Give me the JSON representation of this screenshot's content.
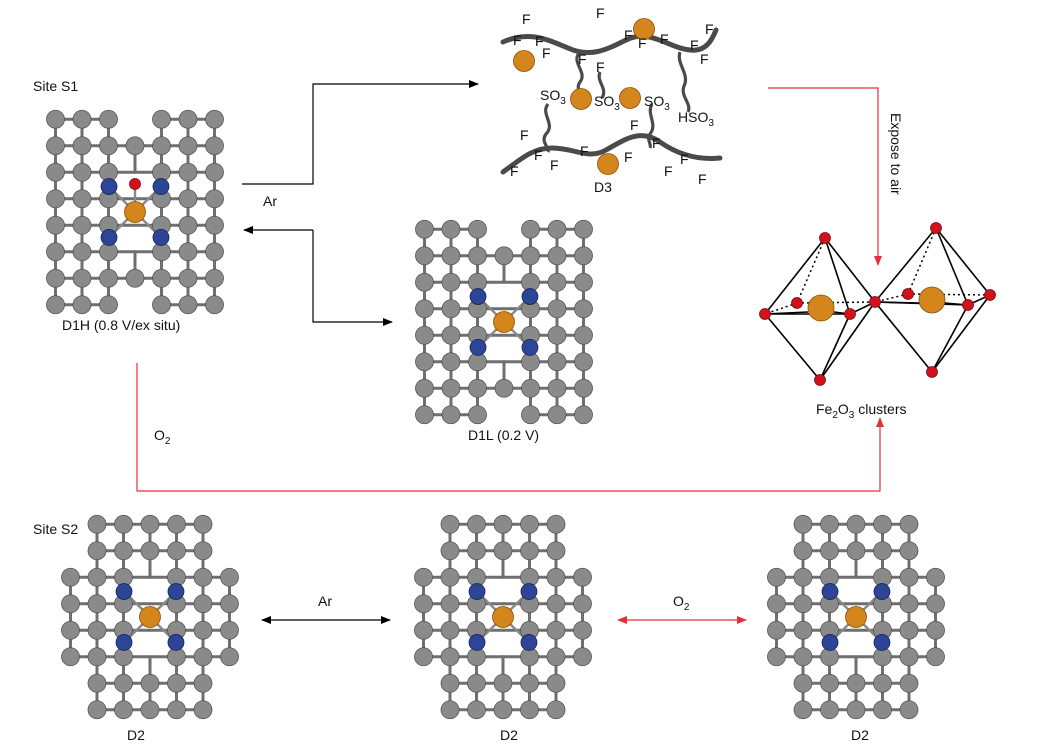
{
  "labels": {
    "site_s1": "Site S1",
    "site_s2": "Site S2",
    "d1h": "D1H (0.8 V/ex situ)",
    "d1l": "D1L (0.2 V)",
    "d3": "D3",
    "d2_left": "D2",
    "d2_mid": "D2",
    "d2_right": "D2",
    "ar_top": "Ar",
    "ar_bottom": "Ar",
    "o2_left": "O",
    "o2_left_sub": "2",
    "o2_bottom": "O",
    "o2_bottom_sub": "2",
    "expose": "Expose to air",
    "fe2o3": {
      "a": "Fe",
      "a_sub": "2",
      "b": "O",
      "b_sub": "3",
      "c": " clusters"
    },
    "so3_a": "SO",
    "so3_a_sub": "3",
    "so3_b": "SO",
    "so3_b_sub": "3",
    "so3_c": "SO",
    "so3_c_sub": "3",
    "hso3": "HSO",
    "hso3_sub": "3",
    "fluorine": "F"
  },
  "colors": {
    "carbon": "#8a8a8a",
    "nitrogen": "#2d4596",
    "iron": "#d4851b",
    "oxygen": "#d2121b",
    "black_arrow": "#000000",
    "red_arrow": "#e0313a"
  },
  "icons": {
    "d1h": "fen4-site-with-oxygen-icon",
    "d1l": "fen4-site-icon",
    "d2": "fen4-graphene-site-icon",
    "d3": "nafion-chain-icon",
    "fe2o3": "fe2o3-octahedra-icon"
  }
}
